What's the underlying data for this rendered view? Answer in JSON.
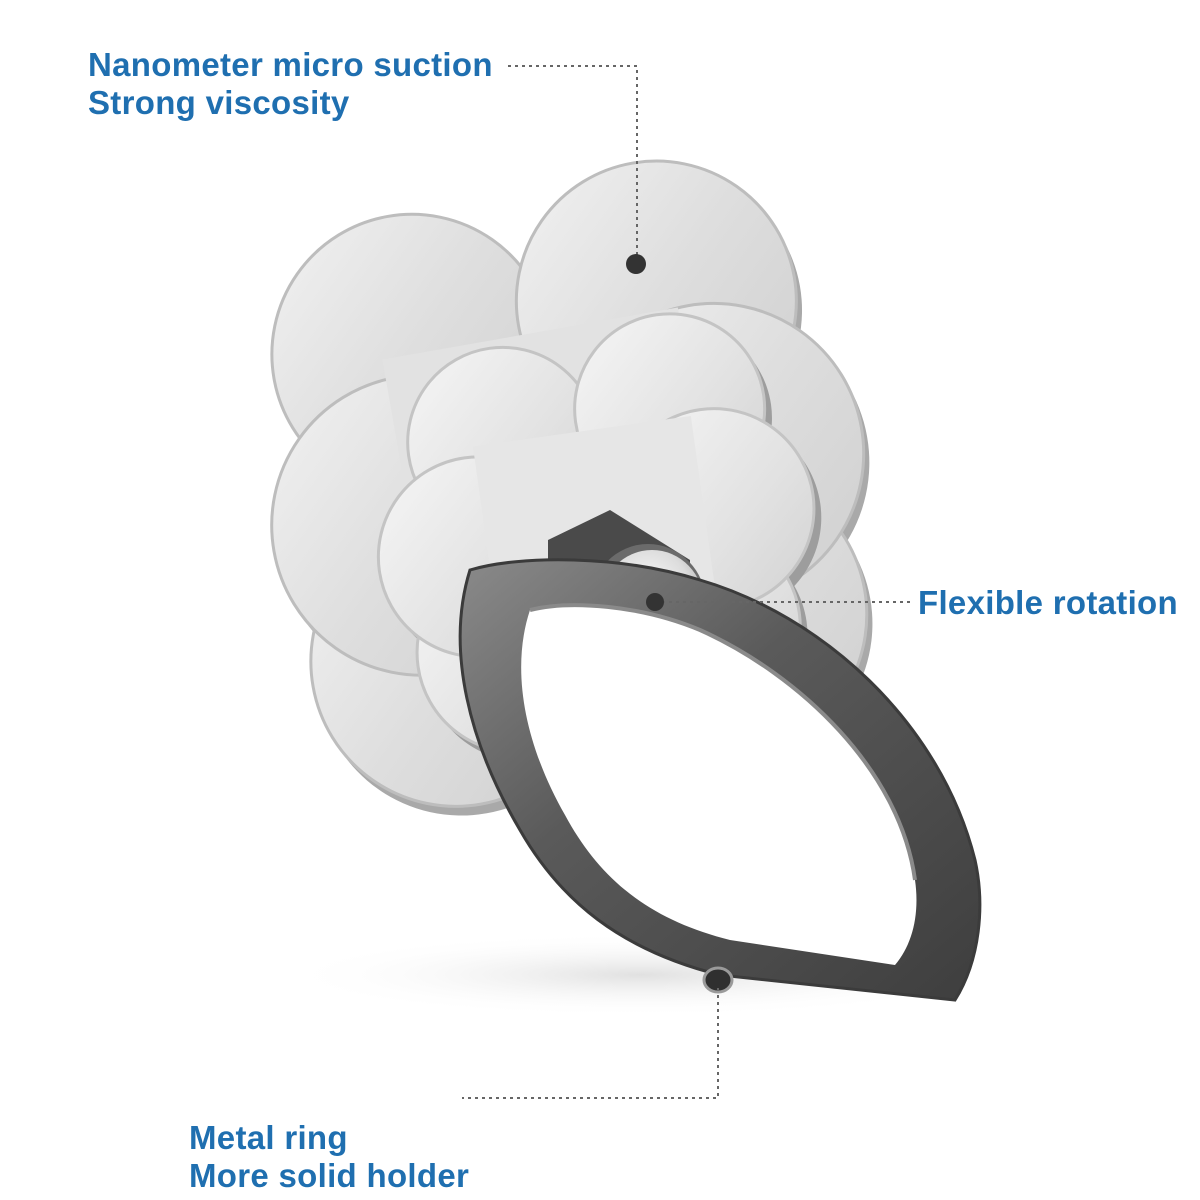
{
  "annotations": {
    "suction": {
      "line1": "Nanometer micro suction",
      "line2": "Strong viscosity"
    },
    "rotation": {
      "line1": "Flexible rotation"
    },
    "ring": {
      "line1": "Metal ring",
      "line2": "More solid holder"
    }
  },
  "colors": {
    "label_text": "#1f6fb0",
    "leader_line": "#666666",
    "clover_silver": "#e4e4e4",
    "ring_gunmetal": "#5c5c5c"
  },
  "icons": {
    "product": "clover-phone-ring-holder",
    "callout_markers": "dot-marker"
  }
}
